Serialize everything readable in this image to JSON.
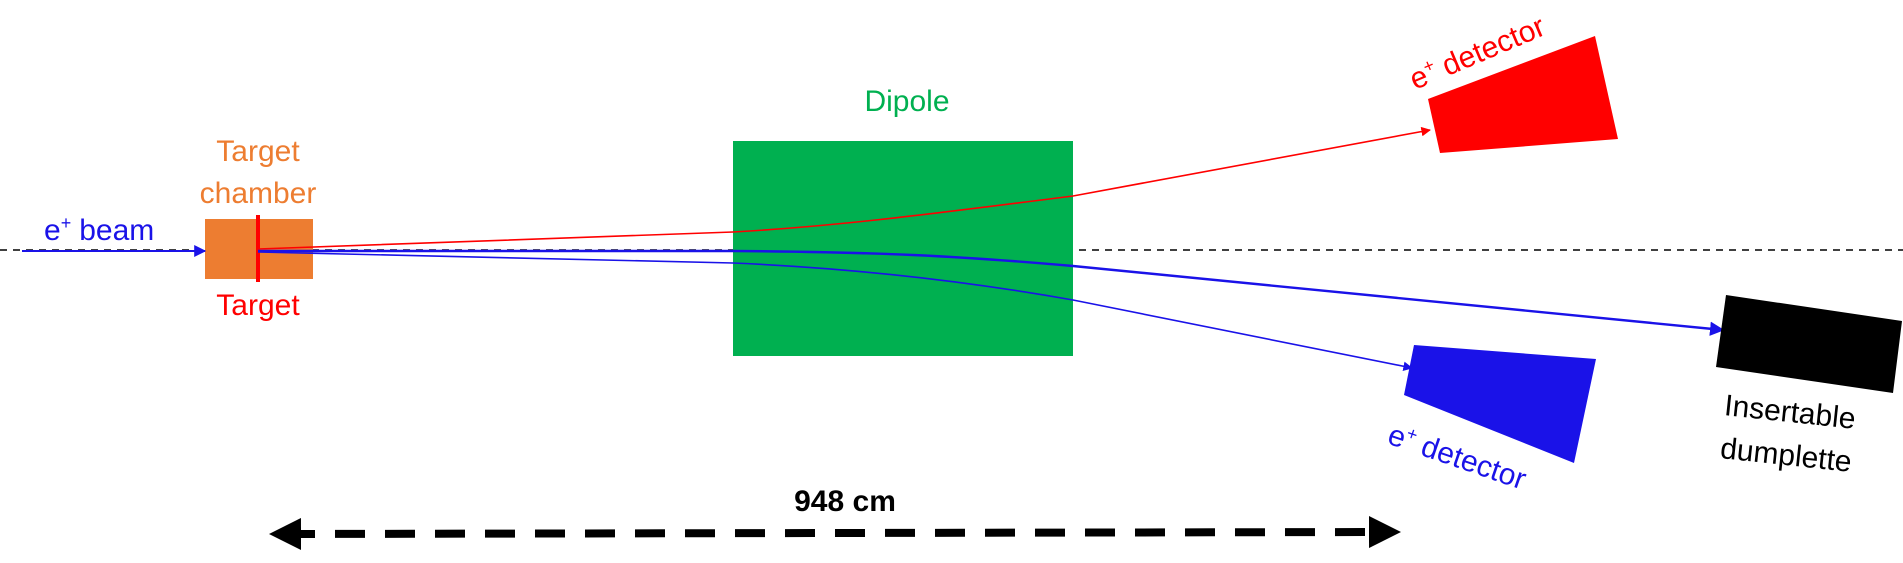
{
  "labels": {
    "beam_particle": "e",
    "beam_sup": "+",
    "beam_word": "beam",
    "target_chamber_line1": "Target",
    "target_chamber_line2": "chamber",
    "target": "Target",
    "dipole": "Dipole",
    "detector_top_particle": "e",
    "detector_top_sup": "+",
    "detector_top_word": "detector",
    "detector_bottom_particle": "e",
    "detector_bottom_sup": "+",
    "detector_bottom_word": "detector",
    "dump_line1": "Insertable",
    "dump_line2": "dumplette",
    "distance": "948 cm"
  },
  "colors": {
    "beam_blue": "#1a12e8",
    "positron_red": "#ff0000",
    "target_chamber_orange": "#ed7d31",
    "dipole_green": "#00b050",
    "dump_black": "#000000"
  },
  "icons": {
    "distance": "double-headed-dashed-arrow"
  }
}
